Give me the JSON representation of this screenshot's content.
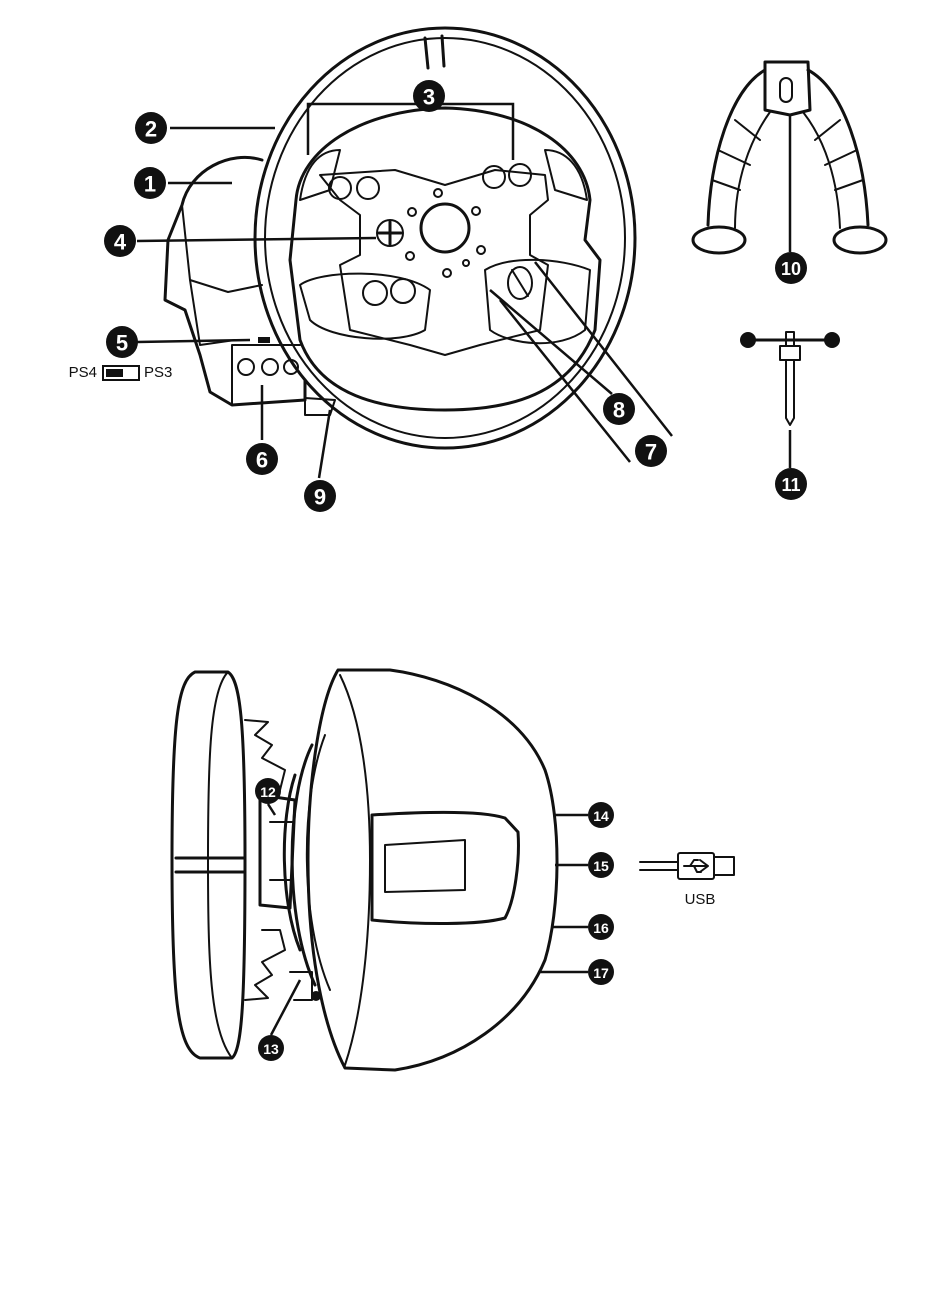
{
  "callouts": {
    "c1": "1",
    "c2": "2",
    "c3": "3",
    "c4": "4",
    "c5": "5",
    "c6": "6",
    "c7": "7",
    "c8": "8",
    "c9": "9",
    "c10": "10",
    "c11": "11",
    "c12": "12",
    "c13": "13",
    "c14": "14",
    "c15": "15",
    "c16": "16",
    "c17": "17"
  },
  "switch": {
    "left_label": "PS4",
    "right_label": "PS3"
  },
  "usb": {
    "label": "USB"
  },
  "colors": {
    "ink": "#111111",
    "background": "#ffffff"
  }
}
